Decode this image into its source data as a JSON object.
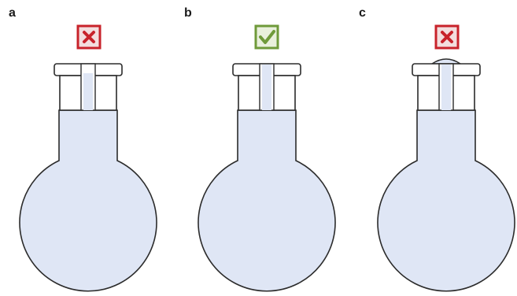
{
  "panels": [
    {
      "label": "a",
      "verdict": "incorrect",
      "verdict_icon": "cross-icon",
      "overfill": "below-top"
    },
    {
      "label": "b",
      "verdict": "correct",
      "verdict_icon": "check-icon",
      "overfill": "level"
    },
    {
      "label": "c",
      "verdict": "incorrect",
      "verdict_icon": "cross-icon",
      "overfill": "above-top"
    }
  ],
  "colors": {
    "liquid": "#dfe6f5",
    "outline": "#2b2b2b",
    "cross": "#c8232b",
    "cross_bg": "#f3dede",
    "check": "#6f9a3a",
    "check_bg": "#e9f0dc"
  }
}
